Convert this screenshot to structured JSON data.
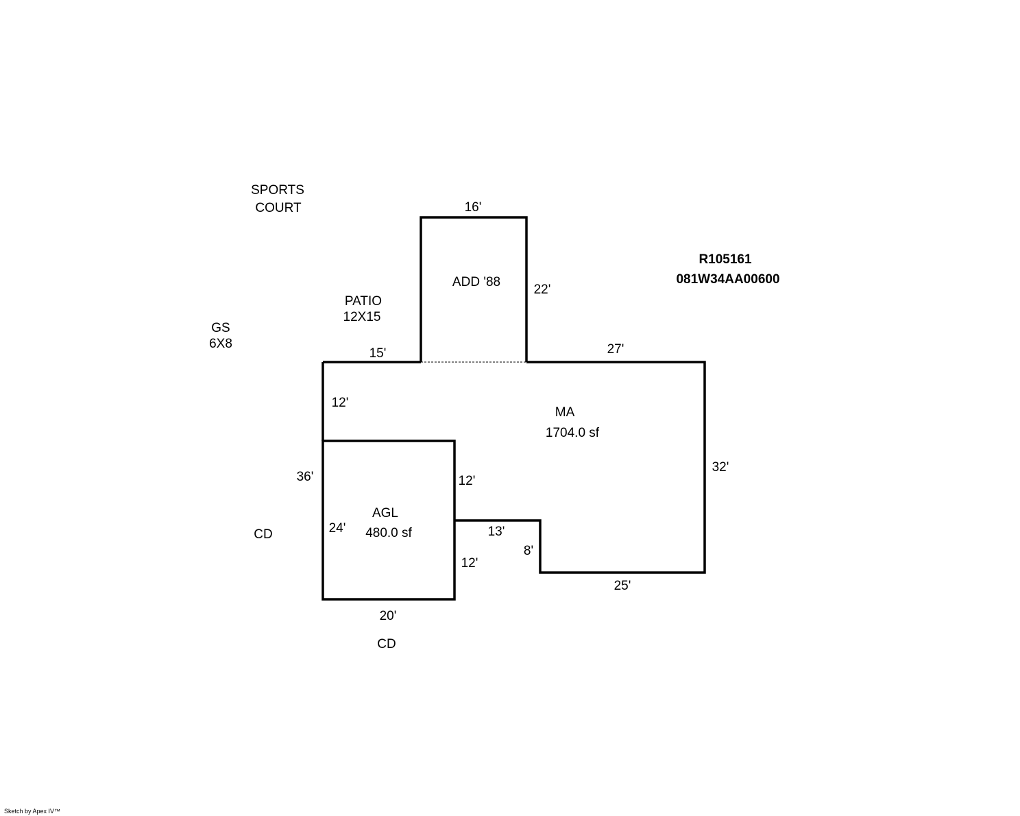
{
  "parcel": {
    "id": "R105161",
    "map_number": "081W34AA00600"
  },
  "areas": {
    "sports_court": [
      "SPORTS",
      "COURT"
    ],
    "patio": [
      "PATIO",
      "12X15"
    ],
    "gs": [
      "GS",
      "6X8"
    ],
    "addition": {
      "label": "ADD '88"
    },
    "main": {
      "label": "MA",
      "area": "1704.0 sf"
    },
    "garage": {
      "label": "AGL",
      "area": "480.0 sf"
    },
    "cd_left": "CD",
    "cd_bottom": "CD"
  },
  "dimensions": {
    "add_top": "16'",
    "add_right": "22'",
    "top_left": "15'",
    "top_right": "27'",
    "left_upper": "12'",
    "left_total": "36'",
    "right": "32'",
    "garage_right_upper": "12'",
    "garage_right_lower": "12'",
    "garage_left": "24'",
    "notch_top": "13'",
    "notch_side": "8'",
    "bottom_right": "25'",
    "garage_bottom": "20'"
  },
  "footer": "Sketch by Apex IV™"
}
